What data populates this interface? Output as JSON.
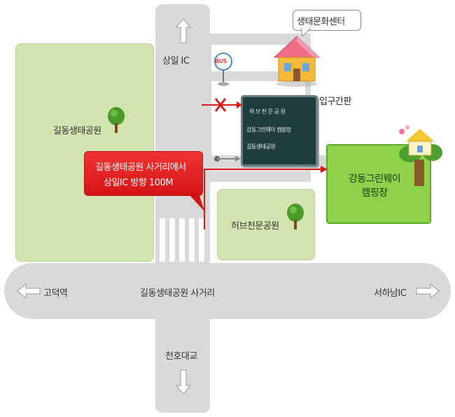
{
  "map": {
    "labels": {
      "sangil_ic": "상일 IC",
      "cultural_center": "생태문화센터",
      "entrance_sign": "입구간판",
      "gildong_park": "길동생태공원",
      "herb_park": "허브천문공원",
      "intersection": "길동생태공원 사거리",
      "godeok": "고덕역",
      "seohanam_ic": "서하남IC",
      "cheonho_bridge": "천호대교",
      "camping": "강동그린웨이\n캠핑장",
      "bus": "BUS"
    },
    "callout": {
      "line1": "길동생태공원 사거리에서",
      "line2": "상일IC 방향 100M"
    },
    "sign_board": {
      "lines": [
        "허 브 천 문 공 원",
        "강동그린웨이 캠핑장",
        "길동생태공원"
      ]
    }
  },
  "colors": {
    "road": "#d9d9d9",
    "park": "#d2e4b0",
    "camping_fill": "#8ed14a",
    "camping_border": "#5ea82a",
    "callout": "#e41f1f",
    "route_arrow": "#d71a1a",
    "sign_board": "#1f3d3d"
  }
}
